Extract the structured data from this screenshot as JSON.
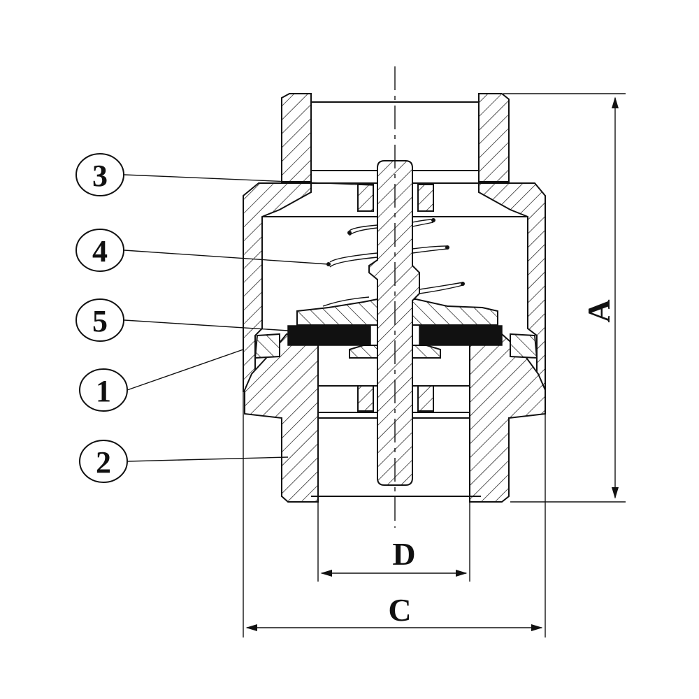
{
  "callouts": [
    {
      "id": "3",
      "label": "3",
      "part": "spring-retainer"
    },
    {
      "id": "4",
      "label": "4",
      "part": "spring"
    },
    {
      "id": "5",
      "label": "5",
      "part": "seal-disc"
    },
    {
      "id": "1",
      "label": "1",
      "part": "body"
    },
    {
      "id": "2",
      "label": "2",
      "part": "inlet-fitting"
    }
  ],
  "dimensions": {
    "A": "A",
    "C": "C",
    "D": "D"
  },
  "colors": {
    "line": "#111111",
    "background": "#ffffff",
    "seal": "#111111"
  }
}
